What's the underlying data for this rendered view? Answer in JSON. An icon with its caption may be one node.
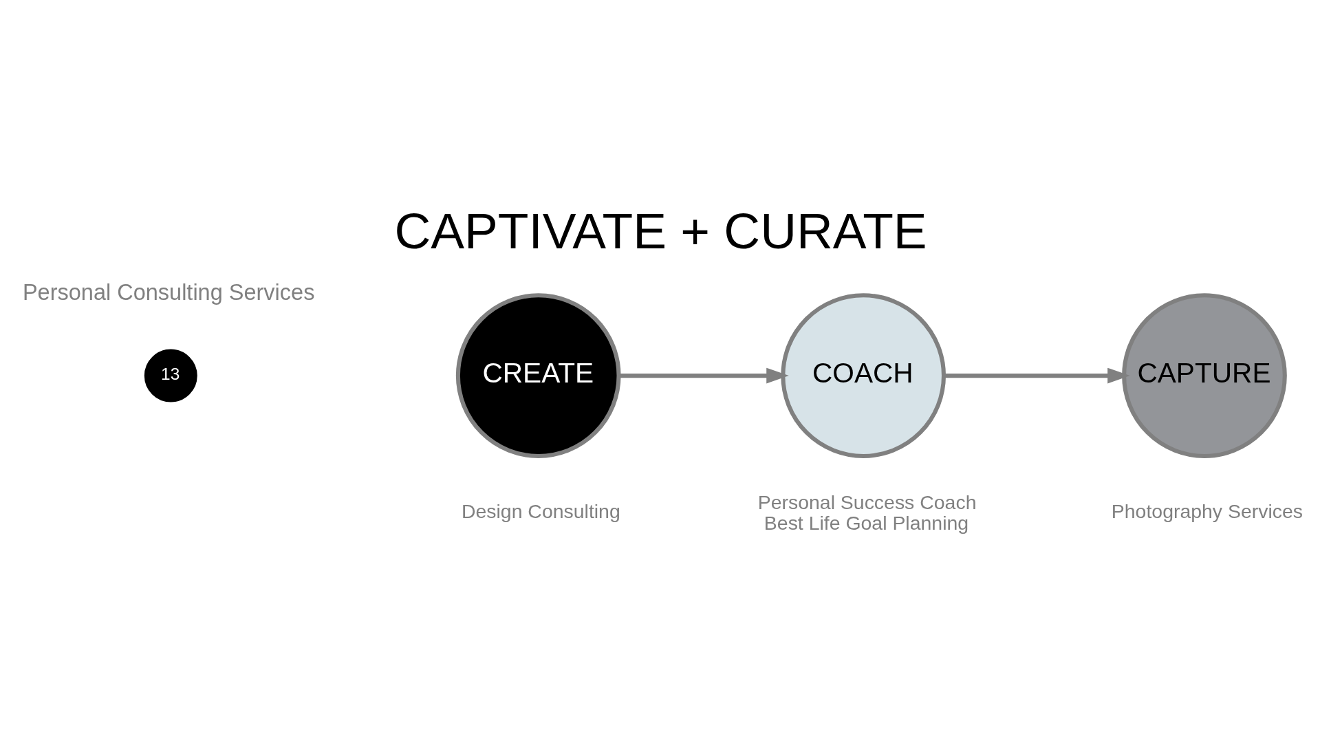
{
  "diagram": {
    "title": "CAPTIVATE + CURATE",
    "nodes": [
      {
        "text": [
          "CREATE"
        ],
        "beside": [
          "Design Consulting"
        ]
      },
      {
        "text": [
          "COACH"
        ],
        "beside": [
          "Personal Success Coach",
          "Best Life Goal Planning"
        ]
      },
      {
        "text": [
          "CAPTURE"
        ],
        "beside": [
          "Photography Services"
        ]
      }
    ],
    "edges": [
      {
        "from": 0,
        "to": 1,
        "arrow": "to"
      },
      {
        "from": 1,
        "to": 2,
        "arrow": "to"
      }
    ],
    "labels": [
      "13",
      "Personal Consulting Services"
    ]
  }
}
